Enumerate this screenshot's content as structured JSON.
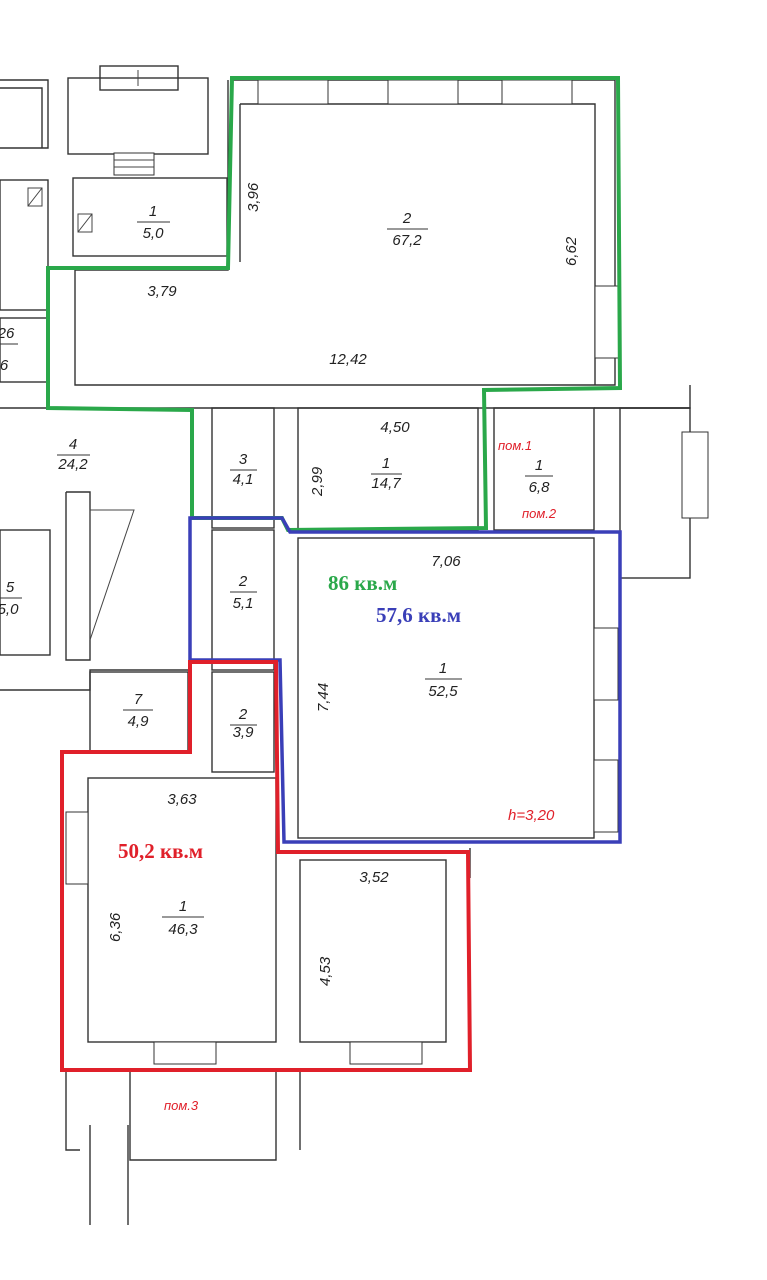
{
  "premises": [
    {
      "id": "green",
      "area_label": "86 кв.м",
      "color": "#2aa84a"
    },
    {
      "id": "blue",
      "area_label": "57,6 кв.м",
      "color": "#3a3fb8"
    },
    {
      "id": "red",
      "area_label": "50,2 кв.м",
      "color": "#e0202a"
    }
  ],
  "room_labels": {
    "pom1": "пом.1",
    "pom2": "пом.2",
    "pom3": "пом.3"
  },
  "rooms": [
    {
      "num": "1",
      "area": "5,0"
    },
    {
      "num": "2",
      "area": "67,2"
    },
    {
      "num": "4",
      "area": "24,2"
    },
    {
      "num": "3",
      "area": "4,1"
    },
    {
      "num": "1",
      "area": "14,7"
    },
    {
      "num": "1",
      "area": "6,8"
    },
    {
      "num": "2",
      "area": "5,1"
    },
    {
      "num": "1",
      "area": "52,5"
    },
    {
      "num": "7",
      "area": "4,9"
    },
    {
      "num": "2",
      "area": "3,9"
    },
    {
      "num": "1",
      "area": "46,3"
    },
    {
      "num": "5",
      "area": "5,0"
    },
    {
      "num": "26",
      "area": "6"
    }
  ],
  "dimensions": {
    "d396": "3,96",
    "d662": "6,62",
    "d379": "3,79",
    "d1242": "12,42",
    "d450": "4,50",
    "d299": "2,99",
    "d706": "7,06",
    "d744": "7,44",
    "d363": "3,63",
    "d636": "6,36",
    "d352": "3,52",
    "d453": "4,53"
  },
  "ceiling_height": "h=3,20"
}
